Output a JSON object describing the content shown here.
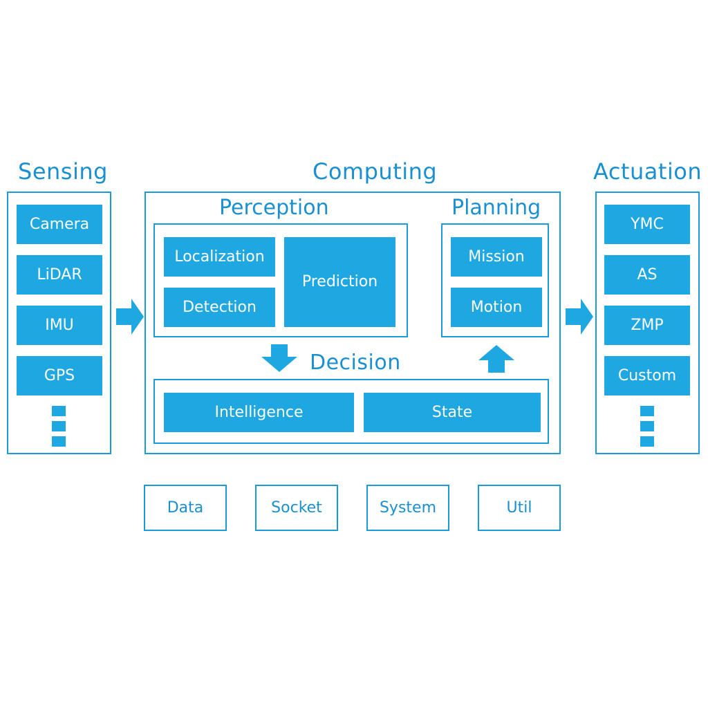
{
  "colors": {
    "accent": "#1fa7e1",
    "border": "#1a9ad6",
    "text": "#1a8fd1"
  },
  "sensing": {
    "title": "Sensing",
    "items": [
      "Camera",
      "LiDAR",
      "IMU",
      "GPS"
    ]
  },
  "computing": {
    "title": "Computing",
    "perception": {
      "title": "Perception",
      "localization": "Localization",
      "detection": "Detection",
      "prediction": "Prediction"
    },
    "planning": {
      "title": "Planning",
      "mission": "Mission",
      "motion": "Motion"
    },
    "decision": {
      "title": "Decision",
      "intelligence": "Intelligence",
      "state": "State"
    }
  },
  "actuation": {
    "title": "Actuation",
    "items": [
      "YMC",
      "AS",
      "ZMP",
      "Custom"
    ]
  },
  "utilities": [
    "Data",
    "Socket",
    "System",
    "Util"
  ]
}
